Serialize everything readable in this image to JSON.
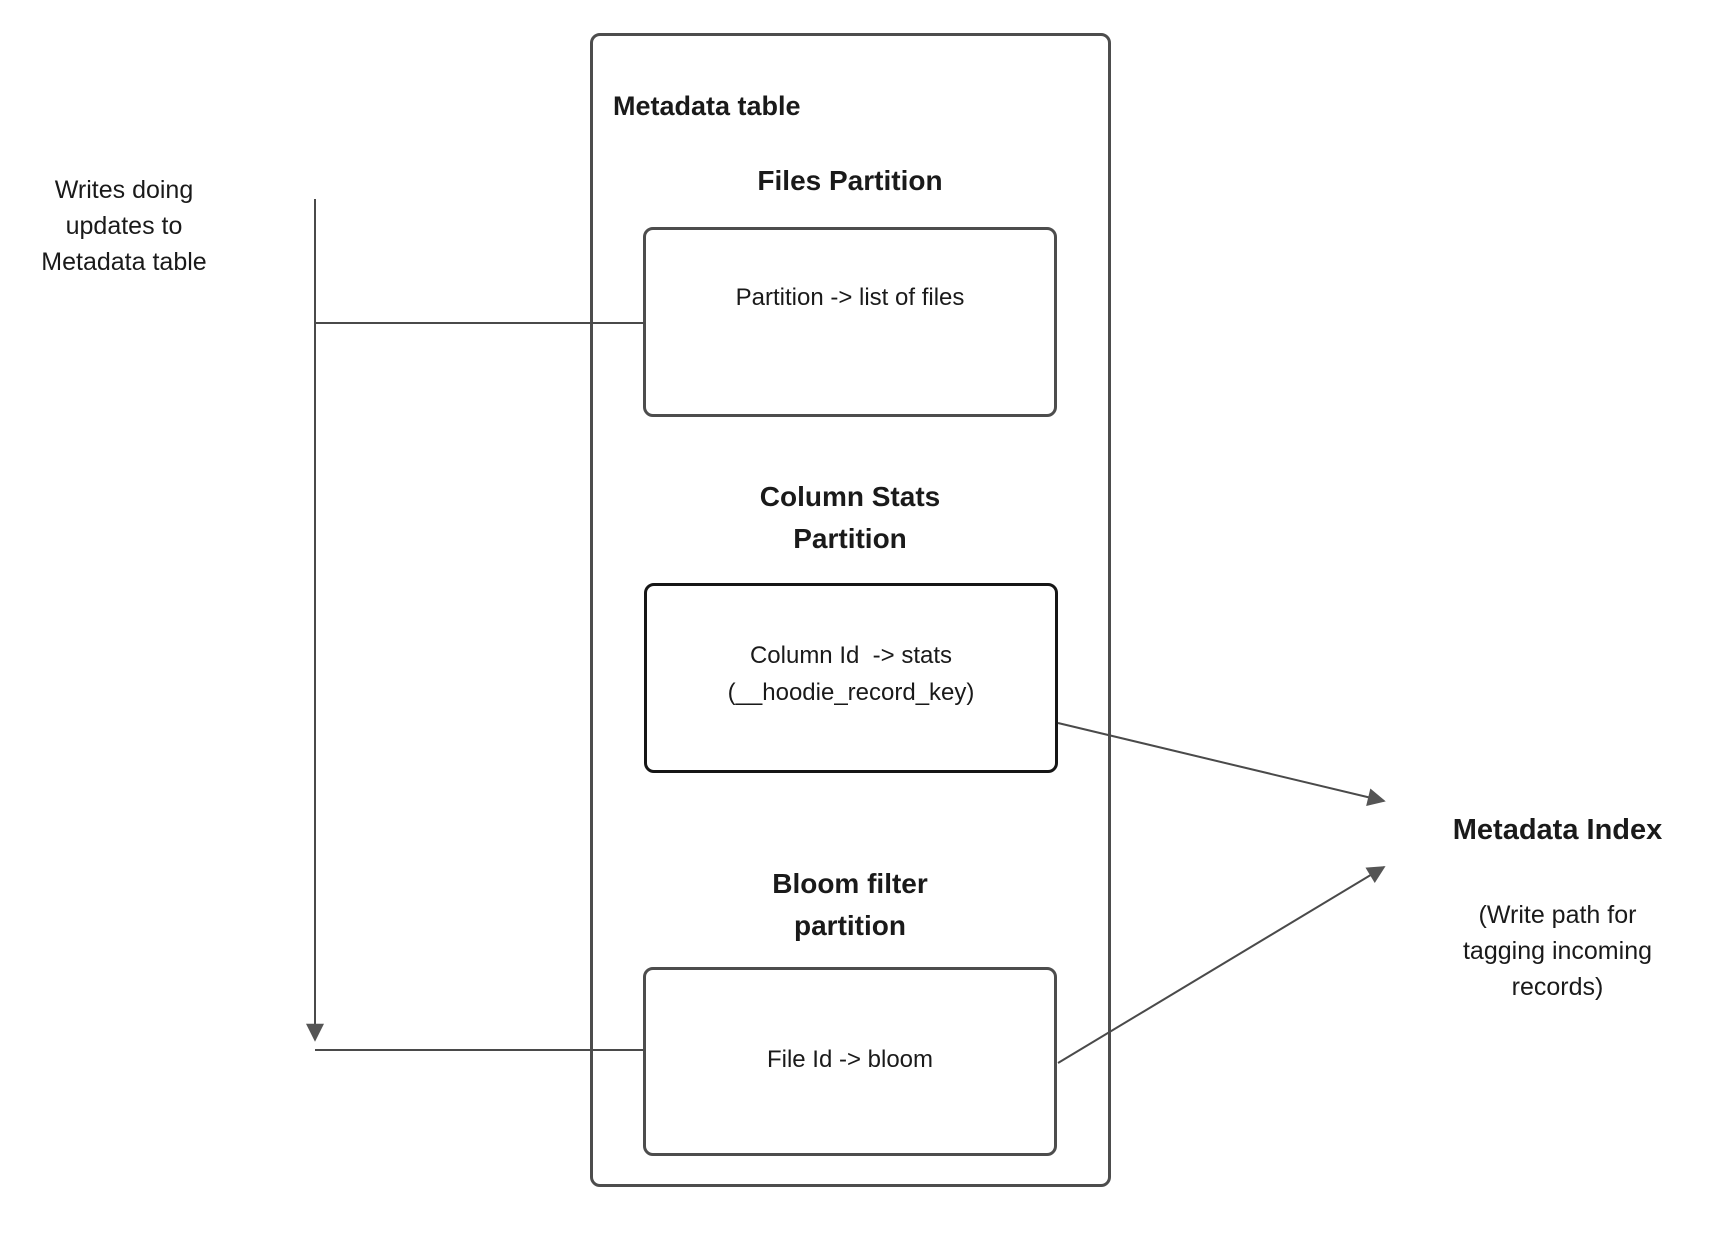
{
  "diagram": {
    "left_note": "Writes doing\nupdates to\nMetadata table",
    "metadata_table": {
      "title": "Metadata table",
      "files_partition": {
        "heading": "Files Partition",
        "box_text": "Partition -> list of files"
      },
      "column_stats_partition": {
        "heading": "Column Stats\nPartition",
        "box_text": "Column Id  -> stats\n(__hoodie_record_key)"
      },
      "bloom_filter_partition": {
        "heading": "Bloom filter\npartition",
        "box_text": "File Id -> bloom"
      }
    },
    "metadata_index": {
      "title": "Metadata Index",
      "subtitle": "(Write path for\ntagging incoming\nrecords)"
    },
    "colors": {
      "connector_stroke": "#4a4a4a",
      "box_border": "#4d4d4d",
      "box_border_dark": "#161616",
      "text": "#1a1a1a",
      "background": "#ffffff"
    }
  }
}
